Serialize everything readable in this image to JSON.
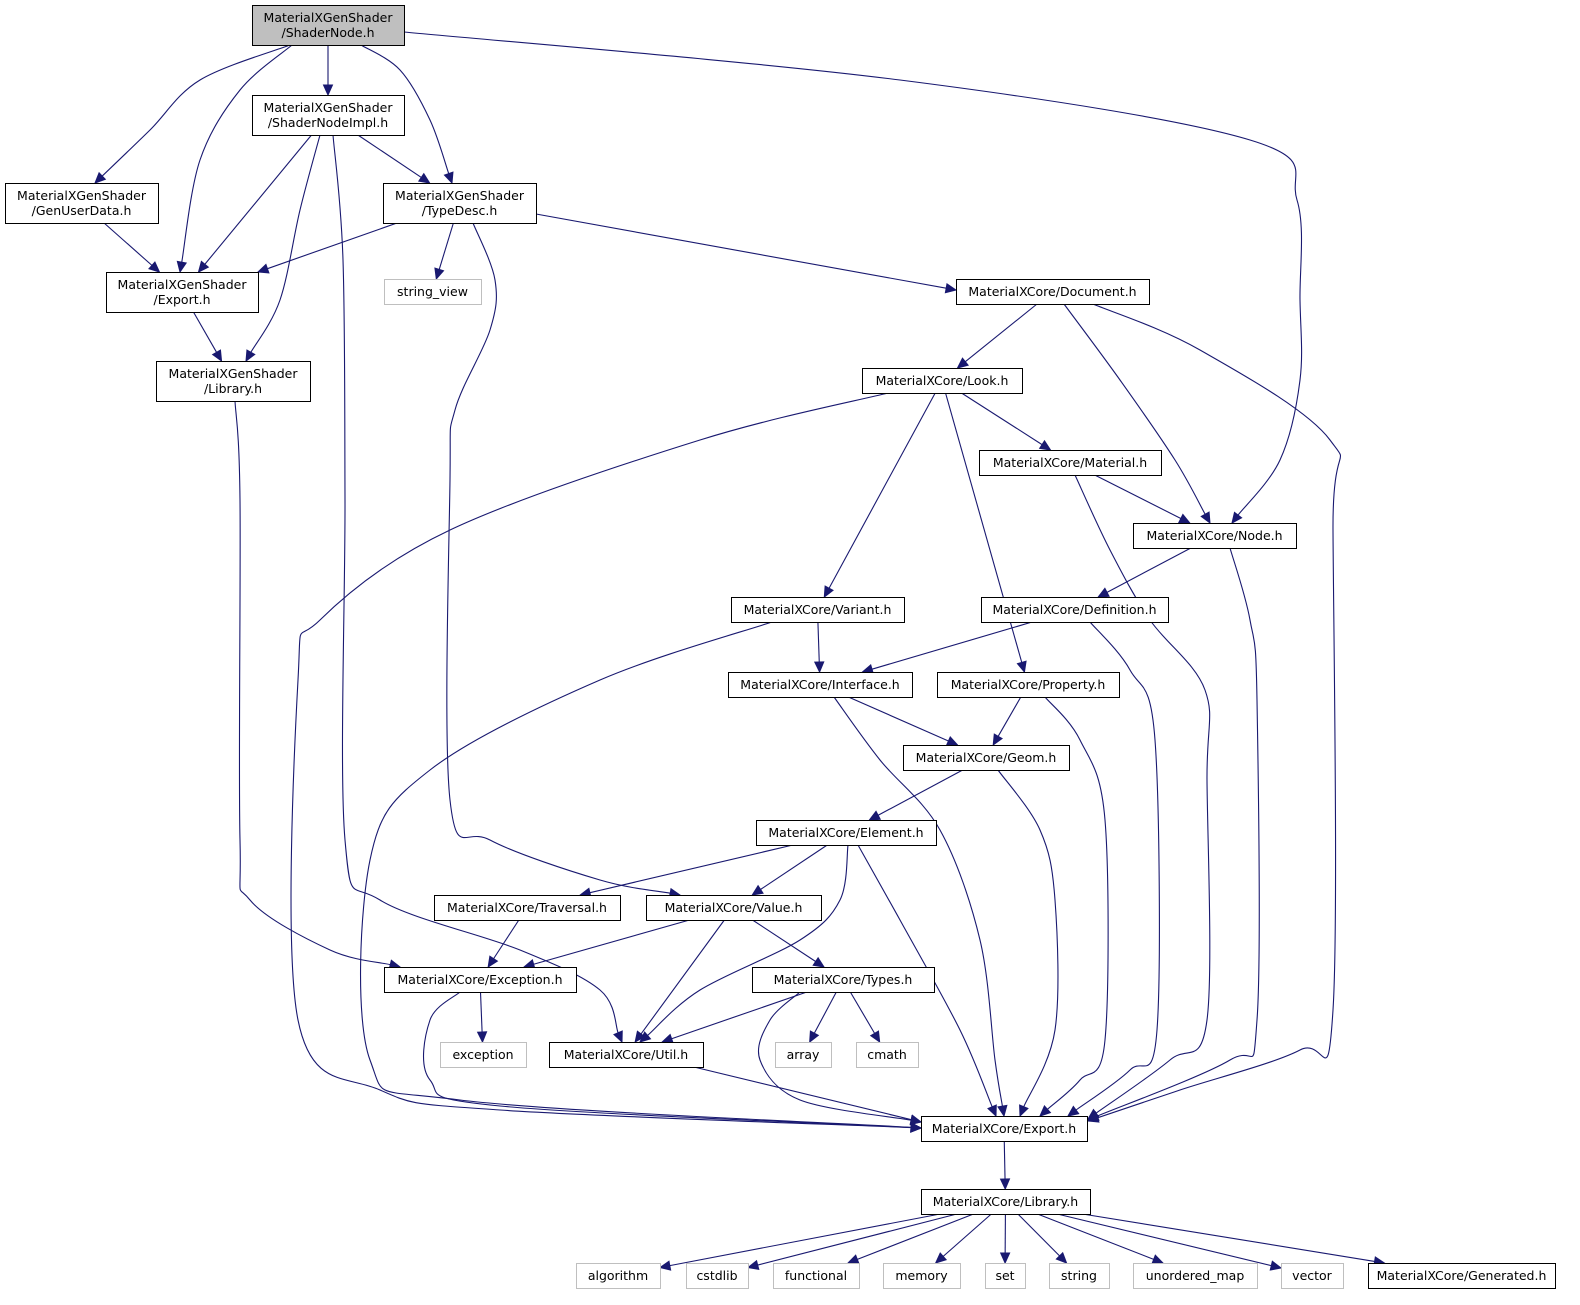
{
  "title": "MaterialXGenShader/ShaderNode.h include dependency graph",
  "colors": {
    "edge": "#191970",
    "root_fill": "#bfbfbf",
    "node_border": "#000000",
    "external_border": "#bfbfbf"
  },
  "nodes": [
    {
      "id": "root",
      "lines": [
        "MaterialXGenShader",
        "/ShaderNode.h"
      ],
      "kind": "root"
    },
    {
      "id": "impl",
      "lines": [
        "MaterialXGenShader",
        "/ShaderNodeImpl.h"
      ],
      "kind": "file"
    },
    {
      "id": "userdata",
      "lines": [
        "MaterialXGenShader",
        "/GenUserData.h"
      ],
      "kind": "file"
    },
    {
      "id": "typedesc",
      "lines": [
        "MaterialXGenShader",
        "/TypeDesc.h"
      ],
      "kind": "file"
    },
    {
      "id": "gsexport",
      "lines": [
        "MaterialXGenShader",
        "/Export.h"
      ],
      "kind": "file"
    },
    {
      "id": "strview",
      "lines": [
        "string_view"
      ],
      "kind": "external"
    },
    {
      "id": "document",
      "lines": [
        "MaterialXCore/Document.h"
      ],
      "kind": "file"
    },
    {
      "id": "gslibrary",
      "lines": [
        "MaterialXGenShader",
        "/Library.h"
      ],
      "kind": "file"
    },
    {
      "id": "look",
      "lines": [
        "MaterialXCore/Look.h"
      ],
      "kind": "file"
    },
    {
      "id": "material",
      "lines": [
        "MaterialXCore/Material.h"
      ],
      "kind": "file"
    },
    {
      "id": "node",
      "lines": [
        "MaterialXCore/Node.h"
      ],
      "kind": "file"
    },
    {
      "id": "variant",
      "lines": [
        "MaterialXCore/Variant.h"
      ],
      "kind": "file"
    },
    {
      "id": "definition",
      "lines": [
        "MaterialXCore/Definition.h"
      ],
      "kind": "file"
    },
    {
      "id": "interface",
      "lines": [
        "MaterialXCore/Interface.h"
      ],
      "kind": "file"
    },
    {
      "id": "property",
      "lines": [
        "MaterialXCore/Property.h"
      ],
      "kind": "file"
    },
    {
      "id": "geom",
      "lines": [
        "MaterialXCore/Geom.h"
      ],
      "kind": "file"
    },
    {
      "id": "element",
      "lines": [
        "MaterialXCore/Element.h"
      ],
      "kind": "file"
    },
    {
      "id": "traversal",
      "lines": [
        "MaterialXCore/Traversal.h"
      ],
      "kind": "file"
    },
    {
      "id": "value",
      "lines": [
        "MaterialXCore/Value.h"
      ],
      "kind": "file"
    },
    {
      "id": "exception",
      "lines": [
        "MaterialXCore/Exception.h"
      ],
      "kind": "file"
    },
    {
      "id": "types",
      "lines": [
        "MaterialXCore/Types.h"
      ],
      "kind": "file"
    },
    {
      "id": "exc_std",
      "lines": [
        "exception"
      ],
      "kind": "external"
    },
    {
      "id": "util",
      "lines": [
        "MaterialXCore/Util.h"
      ],
      "kind": "file"
    },
    {
      "id": "array",
      "lines": [
        "array"
      ],
      "kind": "external"
    },
    {
      "id": "cmath",
      "lines": [
        "cmath"
      ],
      "kind": "external"
    },
    {
      "id": "cexport",
      "lines": [
        "MaterialXCore/Export.h"
      ],
      "kind": "file"
    },
    {
      "id": "clibrary",
      "lines": [
        "MaterialXCore/Library.h"
      ],
      "kind": "file"
    },
    {
      "id": "algorithm",
      "lines": [
        "algorithm"
      ],
      "kind": "external"
    },
    {
      "id": "cstdlib",
      "lines": [
        "cstdlib"
      ],
      "kind": "external"
    },
    {
      "id": "functional",
      "lines": [
        "functional"
      ],
      "kind": "external"
    },
    {
      "id": "memory",
      "lines": [
        "memory"
      ],
      "kind": "external"
    },
    {
      "id": "set",
      "lines": [
        "set"
      ],
      "kind": "external"
    },
    {
      "id": "string",
      "lines": [
        "string"
      ],
      "kind": "external"
    },
    {
      "id": "umap",
      "lines": [
        "unordered_map"
      ],
      "kind": "external"
    },
    {
      "id": "vector",
      "lines": [
        "vector"
      ],
      "kind": "external"
    },
    {
      "id": "generated",
      "lines": [
        "MaterialXCore/Generated.h"
      ],
      "kind": "file"
    }
  ],
  "edges": [
    {
      "from": "root",
      "to": "impl"
    },
    {
      "from": "root",
      "to": "userdata"
    },
    {
      "from": "root",
      "to": "gsexport"
    },
    {
      "from": "root",
      "to": "typedesc"
    },
    {
      "from": "root",
      "to": "node"
    },
    {
      "from": "impl",
      "to": "typedesc"
    },
    {
      "from": "impl",
      "to": "gsexport"
    },
    {
      "from": "impl",
      "to": "gslibrary"
    },
    {
      "from": "impl",
      "to": "util"
    },
    {
      "from": "userdata",
      "to": "gsexport"
    },
    {
      "from": "typedesc",
      "to": "gsexport"
    },
    {
      "from": "typedesc",
      "to": "strview"
    },
    {
      "from": "typedesc",
      "to": "value"
    },
    {
      "from": "typedesc",
      "to": "document"
    },
    {
      "from": "gsexport",
      "to": "gslibrary"
    },
    {
      "from": "gslibrary",
      "to": "exception"
    },
    {
      "from": "document",
      "to": "look"
    },
    {
      "from": "document",
      "to": "node"
    },
    {
      "from": "document",
      "to": "cexport"
    },
    {
      "from": "look",
      "to": "cexport"
    },
    {
      "from": "look",
      "to": "variant"
    },
    {
      "from": "look",
      "to": "property"
    },
    {
      "from": "look",
      "to": "material"
    },
    {
      "from": "material",
      "to": "node"
    },
    {
      "from": "material",
      "to": "cexport"
    },
    {
      "from": "node",
      "to": "definition"
    },
    {
      "from": "node",
      "to": "cexport"
    },
    {
      "from": "variant",
      "to": "interface"
    },
    {
      "from": "variant",
      "to": "cexport"
    },
    {
      "from": "definition",
      "to": "interface"
    },
    {
      "from": "definition",
      "to": "cexport"
    },
    {
      "from": "interface",
      "to": "geom"
    },
    {
      "from": "interface",
      "to": "cexport"
    },
    {
      "from": "property",
      "to": "geom"
    },
    {
      "from": "property",
      "to": "cexport"
    },
    {
      "from": "geom",
      "to": "element"
    },
    {
      "from": "geom",
      "to": "cexport"
    },
    {
      "from": "element",
      "to": "traversal"
    },
    {
      "from": "element",
      "to": "value"
    },
    {
      "from": "element",
      "to": "util"
    },
    {
      "from": "element",
      "to": "cexport"
    },
    {
      "from": "traversal",
      "to": "exception"
    },
    {
      "from": "value",
      "to": "exception"
    },
    {
      "from": "value",
      "to": "util"
    },
    {
      "from": "value",
      "to": "types"
    },
    {
      "from": "exception",
      "to": "exc_std"
    },
    {
      "from": "exception",
      "to": "cexport"
    },
    {
      "from": "types",
      "to": "util"
    },
    {
      "from": "types",
      "to": "array"
    },
    {
      "from": "types",
      "to": "cmath"
    },
    {
      "from": "types",
      "to": "cexport"
    },
    {
      "from": "util",
      "to": "cexport"
    },
    {
      "from": "cexport",
      "to": "clibrary"
    },
    {
      "from": "clibrary",
      "to": "algorithm"
    },
    {
      "from": "clibrary",
      "to": "cstdlib"
    },
    {
      "from": "clibrary",
      "to": "functional"
    },
    {
      "from": "clibrary",
      "to": "memory"
    },
    {
      "from": "clibrary",
      "to": "set"
    },
    {
      "from": "clibrary",
      "to": "string"
    },
    {
      "from": "clibrary",
      "to": "umap"
    },
    {
      "from": "clibrary",
      "to": "vector"
    },
    {
      "from": "clibrary",
      "to": "generated"
    }
  ]
}
